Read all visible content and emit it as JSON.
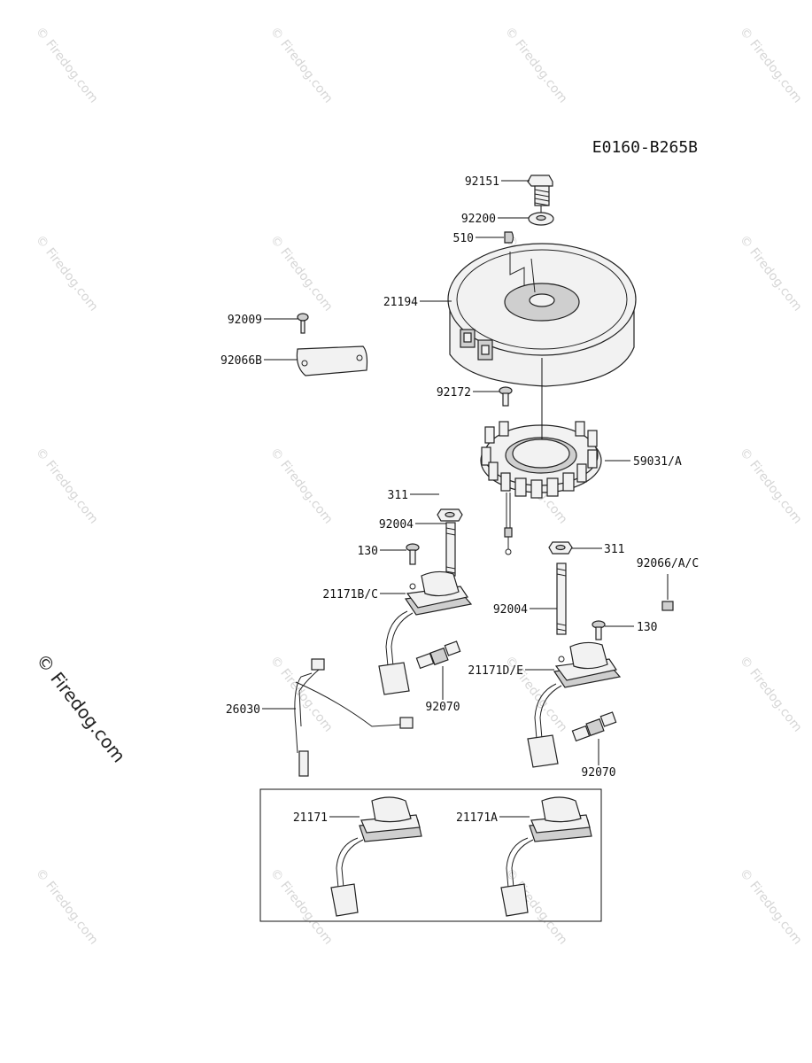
{
  "diagram_code": "E0160-B265B",
  "watermark": "© Firedog.com",
  "callouts": [
    {
      "id": "92151",
      "label": "92151"
    },
    {
      "id": "92200",
      "label": "92200"
    },
    {
      "id": "510",
      "label": "510"
    },
    {
      "id": "21194",
      "label": "21194"
    },
    {
      "id": "92009",
      "label": "92009"
    },
    {
      "id": "92066B",
      "label": "92066B"
    },
    {
      "id": "92172",
      "label": "92172"
    },
    {
      "id": "59031A",
      "label": "59031/A"
    },
    {
      "id": "311-left",
      "label": "311"
    },
    {
      "id": "92004-left",
      "label": "92004"
    },
    {
      "id": "130-left",
      "label": "130"
    },
    {
      "id": "21171BC",
      "label": "21171B/C"
    },
    {
      "id": "92070-left",
      "label": "92070"
    },
    {
      "id": "26030",
      "label": "26030"
    },
    {
      "id": "311-right",
      "label": "311"
    },
    {
      "id": "92066AC",
      "label": "92066/A/C"
    },
    {
      "id": "92004-right",
      "label": "92004"
    },
    {
      "id": "130-right",
      "label": "130"
    },
    {
      "id": "21171DE",
      "label": "21171D/E"
    },
    {
      "id": "92070-right",
      "label": "92070"
    },
    {
      "id": "21171",
      "label": "21171"
    },
    {
      "id": "21171A",
      "label": "21171A"
    }
  ]
}
